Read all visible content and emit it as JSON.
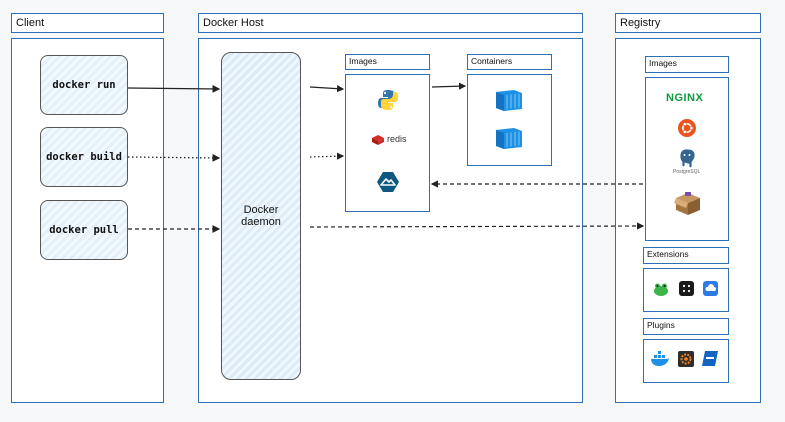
{
  "sections": {
    "client": "Client",
    "docker_host": "Docker Host",
    "registry": "Registry"
  },
  "commands": {
    "run": "docker run",
    "build": "docker build",
    "pull": "docker pull"
  },
  "daemon": {
    "line1": "Docker",
    "line2": "daemon"
  },
  "host": {
    "images_label": "Images",
    "containers_label": "Containers",
    "redis_label": "redis"
  },
  "registry_panel": {
    "images_label": "Images",
    "nginx_label": "NGINX",
    "postgres_label": "PostgreSQL",
    "extensions_label": "Extensions",
    "plugins_label": "Plugins"
  },
  "icons": {
    "python": "python-icon",
    "redis": "redis-icon",
    "alpine": "alpine-icon",
    "container": "container-icon",
    "nginx": "nginx-logo",
    "ubuntu": "ubuntu-icon",
    "postgres": "postgresql-icon",
    "box": "box-icon",
    "frog": "frog-extension-icon",
    "grid": "grid-extension-icon",
    "cloud": "cloud-extension-icon",
    "whale": "whale-plugin-icon",
    "gear": "gear-plugin-icon",
    "ext": "plugin-badge-icon"
  },
  "colors": {
    "border": "#2a6fb8",
    "container_blue": "#1d91e5",
    "nginx_green": "#0a9a3c",
    "ubuntu_orange": "#e95420",
    "redis_red": "#c6302b",
    "alpine_blue": "#0d597f"
  }
}
